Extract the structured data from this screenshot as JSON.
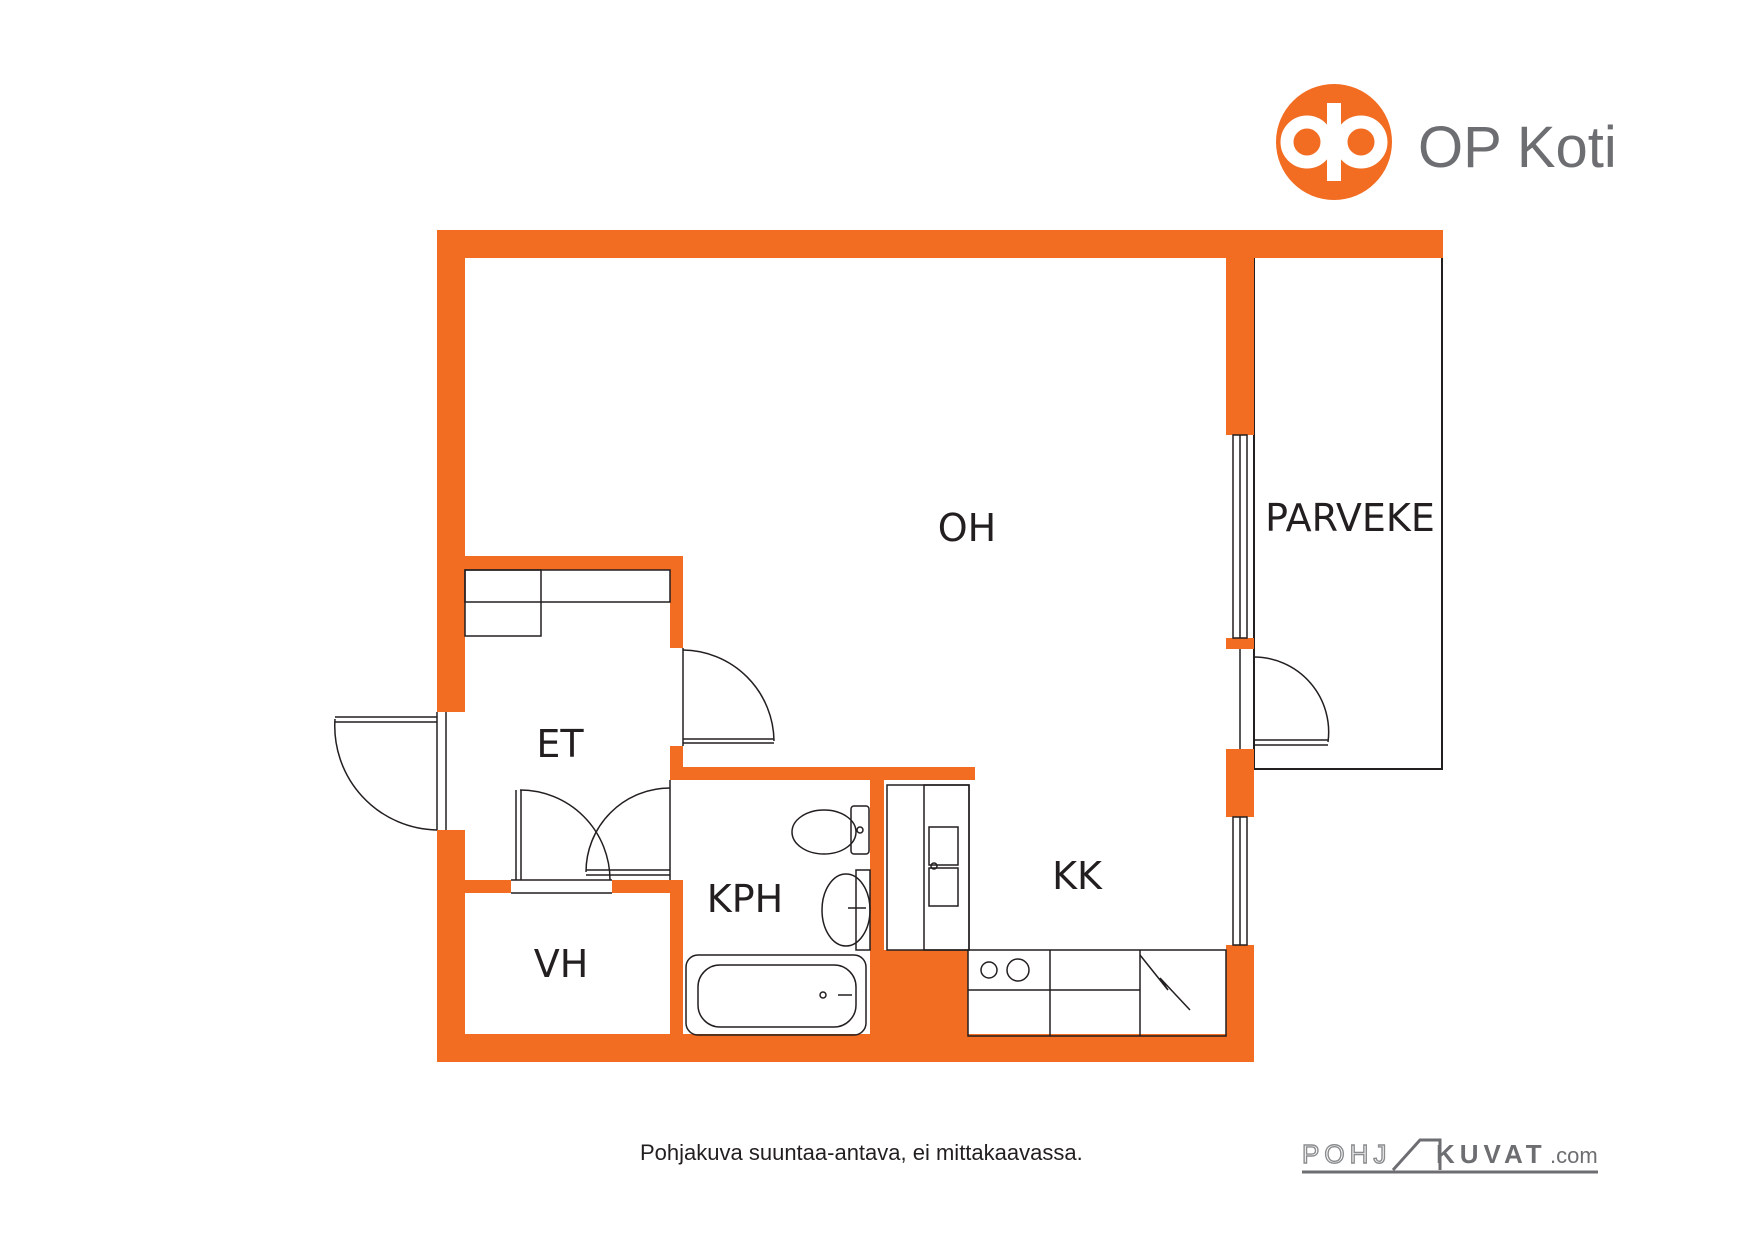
{
  "brand": {
    "name": "OP Koti",
    "logo_icon": "op-logo-icon",
    "accent_color": "#f26c22"
  },
  "rooms": {
    "oh": "OH",
    "parveke": "PARVEKE",
    "et": "ET",
    "kph": "KPH",
    "kk": "KK",
    "vh": "VH"
  },
  "note": "Pohjakuva suuntaa-antava, ei mittakaavassa.",
  "credit": {
    "part1": "POHJ",
    "part2": "KUVAT",
    "part3": ".com"
  },
  "colors": {
    "wall": "#f26c22",
    "line": "#231f20",
    "text": "#231f20",
    "grey": "#6d6e71"
  }
}
